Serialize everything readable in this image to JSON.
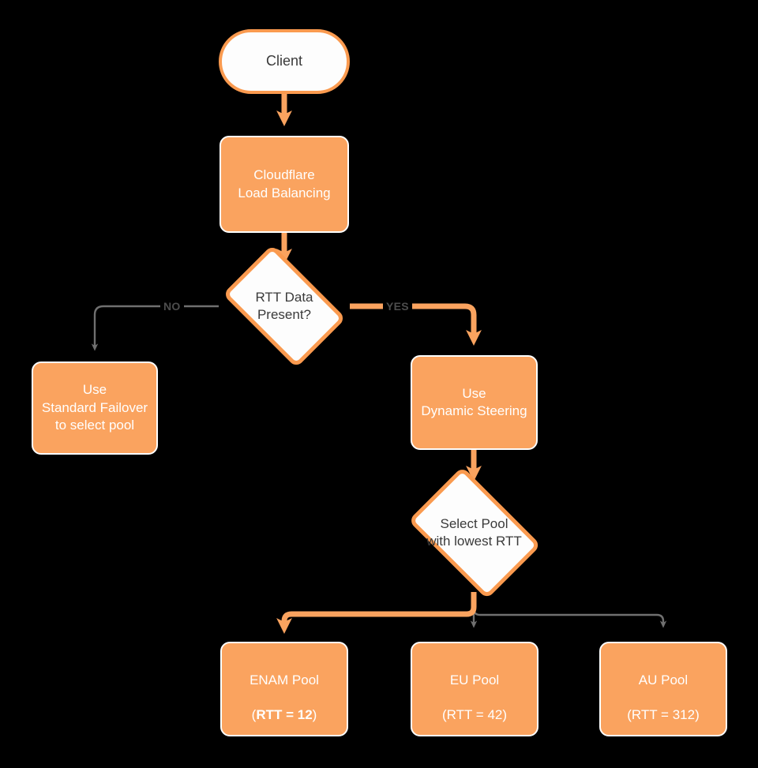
{
  "diagram": {
    "title": "Cloudflare Load Balancing dynamic steering decision flow",
    "background_color": "#000000",
    "accent_color": "#faa35f",
    "accent_border_color": "#fa9a4f",
    "inactive_edge_color": "#707070",
    "node_text_on_fill_color": "#ffffff",
    "node_text_on_white_color": "#3a3a3a"
  },
  "nodes": {
    "client": {
      "label": "Client",
      "shape": "rounded-terminator",
      "fill": "#fdfdfd"
    },
    "load_balancing": {
      "label": "Cloudflare\nLoad Balancing",
      "shape": "process-box",
      "fill": "#faa35f"
    },
    "rtt_decision": {
      "label": "RTT Data\nPresent?",
      "shape": "diamond",
      "fill": "#fdfdfd"
    },
    "standard_failover": {
      "label": "Use\nStandard Failover\nto select pool",
      "shape": "process-box",
      "fill": "#faa35f"
    },
    "dynamic_steering": {
      "label": "Use\nDynamic Steering",
      "shape": "process-box",
      "fill": "#faa35f"
    },
    "select_pool": {
      "label": "Select Pool\nwith lowest RTT",
      "shape": "diamond",
      "fill": "#fdfdfd"
    },
    "enam_pool": {
      "name": "ENAM Pool",
      "rtt_open_paren": "(",
      "rtt_value": "RTT = 12",
      "rtt_close_paren": ")",
      "shape": "process-box",
      "fill": "#faa35f",
      "selected": "true"
    },
    "eu_pool": {
      "name": "EU Pool",
      "rtt_open_paren": "(",
      "rtt_value": "RTT = 42",
      "rtt_close_paren": ")",
      "shape": "process-box",
      "fill": "#faa35f",
      "selected": "false"
    },
    "au_pool": {
      "name": "AU Pool",
      "rtt_open_paren": "(",
      "rtt_value": "RTT = 312",
      "rtt_close_paren": ")",
      "shape": "process-box",
      "fill": "#faa35f",
      "selected": "false"
    }
  },
  "edge_labels": {
    "no": "NO",
    "yes": "YES"
  },
  "edges": [
    {
      "from": "client",
      "to": "load_balancing",
      "style": "active",
      "label": ""
    },
    {
      "from": "load_balancing",
      "to": "rtt_decision",
      "style": "active",
      "label": ""
    },
    {
      "from": "rtt_decision",
      "to": "standard_failover",
      "style": "inactive",
      "label": "NO"
    },
    {
      "from": "rtt_decision",
      "to": "dynamic_steering",
      "style": "active",
      "label": "YES"
    },
    {
      "from": "dynamic_steering",
      "to": "select_pool",
      "style": "active",
      "label": ""
    },
    {
      "from": "select_pool",
      "to": "enam_pool",
      "style": "active",
      "label": ""
    },
    {
      "from": "select_pool",
      "to": "eu_pool",
      "style": "inactive",
      "label": ""
    },
    {
      "from": "select_pool",
      "to": "au_pool",
      "style": "inactive",
      "label": ""
    }
  ]
}
